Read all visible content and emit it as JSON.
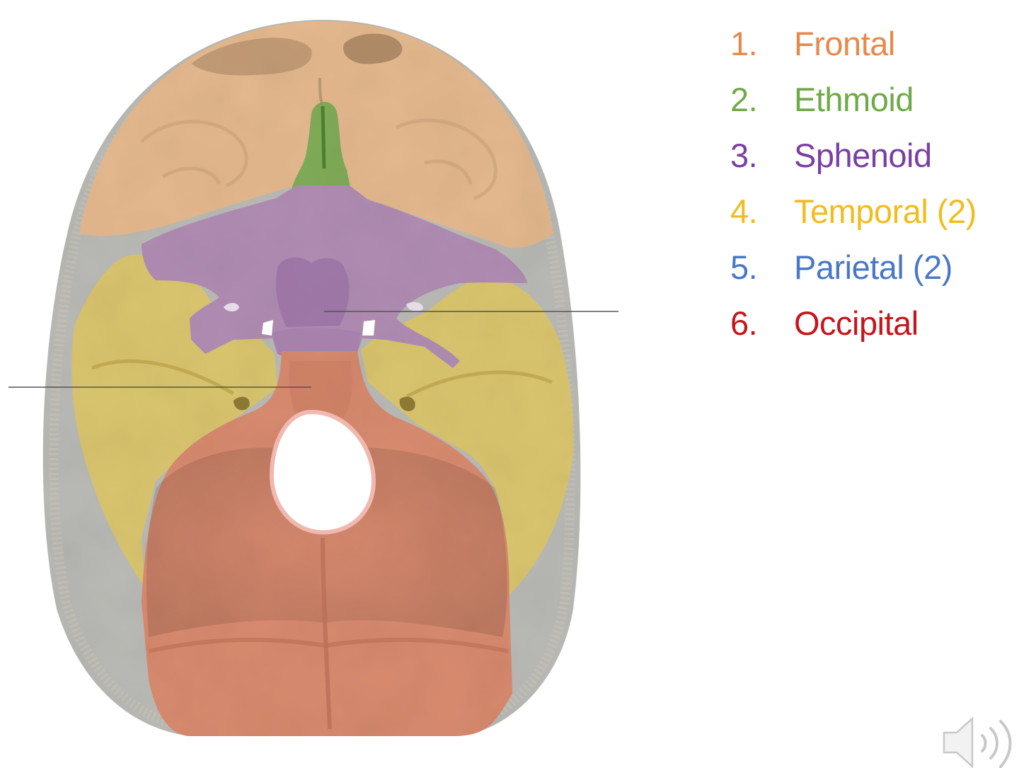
{
  "legend": {
    "items": [
      {
        "number": "1.",
        "label": "Frontal",
        "color": "#e8894c"
      },
      {
        "number": "2.",
        "label": "Ethmoid",
        "color": "#6faa48"
      },
      {
        "number": "3.",
        "label": "Sphenoid",
        "color": "#7b3ea3"
      },
      {
        "number": "4.",
        "label": "Temporal (2)",
        "color": "#f2bc20"
      },
      {
        "number": "5.",
        "label": "Parietal (2)",
        "color": "#4a78c8"
      },
      {
        "number": "6.",
        "label": "Occipital",
        "color": "#c8141c"
      }
    ]
  },
  "regions": {
    "frontal": "#e4b88e",
    "ethmoid": "#7fab58",
    "sphenoid": "#b08cb2",
    "temporal": "#d9c46e",
    "parietal": "#b9b9b5",
    "occipital": "#d78a6e",
    "bone_edge": "#c9c2b4"
  },
  "icons": {
    "audio": "speaker-icon"
  }
}
